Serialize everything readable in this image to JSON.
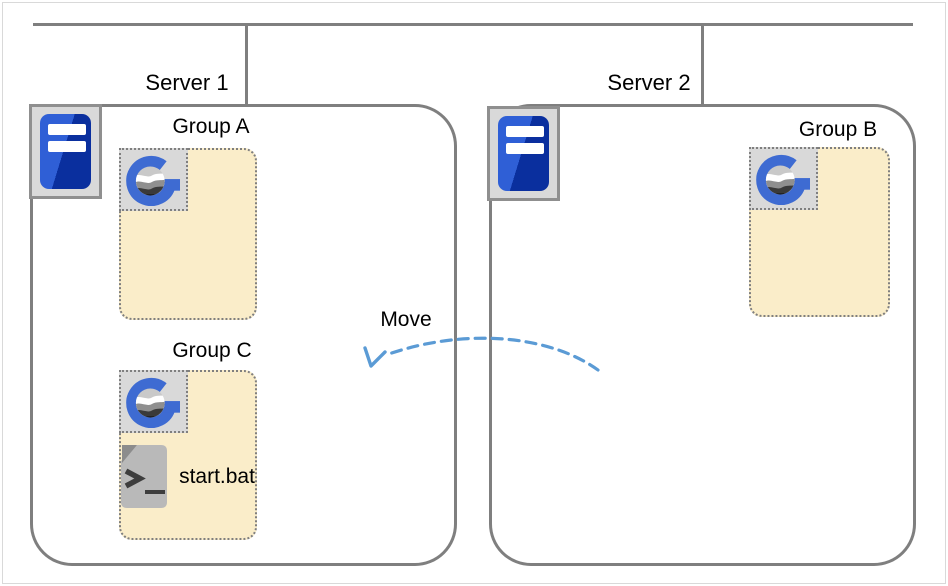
{
  "diagram_title": "",
  "network": {
    "type": "bus-line"
  },
  "servers": [
    {
      "label": "Server 1",
      "icon": "server-tower-icon",
      "groups": [
        {
          "label": "Group A",
          "icon": "g-globe-logo-icon",
          "items": []
        },
        {
          "label": "Group C",
          "icon": "g-globe-logo-icon",
          "items": [
            {
              "type": "file",
              "label": "start.bat",
              "icon": "batch-terminal-file-icon"
            }
          ]
        }
      ]
    },
    {
      "label": "Server 2",
      "icon": "server-tower-icon",
      "groups": [
        {
          "label": "Group B",
          "icon": "g-globe-logo-icon",
          "items": []
        }
      ]
    }
  ],
  "annotation": {
    "label": "Move",
    "arrow_style": "dashed",
    "arrow_color": "#5B9BD5",
    "direction": "from Server 2 toward Server 1"
  },
  "colors": {
    "line_gray": "#7F7F7F",
    "canvas_border": "#D9D9D9",
    "icon_box_fill": "#D9D9D9",
    "icon_box_border": "#8F8F8F",
    "group_fill": "#FAEDC9",
    "group_border": "#7F7F7F",
    "logo_blue": "#3E6BD2",
    "tower_blue_light": "#2F5FD6",
    "tower_blue_dark": "#0A2F9E",
    "arrow_blue": "#5B9BD5",
    "file_body_gray": "#B9B9B9",
    "file_fold_gray": "#8C8C8C",
    "file_glyph_gray": "#3D3D3D",
    "text": "#000000"
  }
}
